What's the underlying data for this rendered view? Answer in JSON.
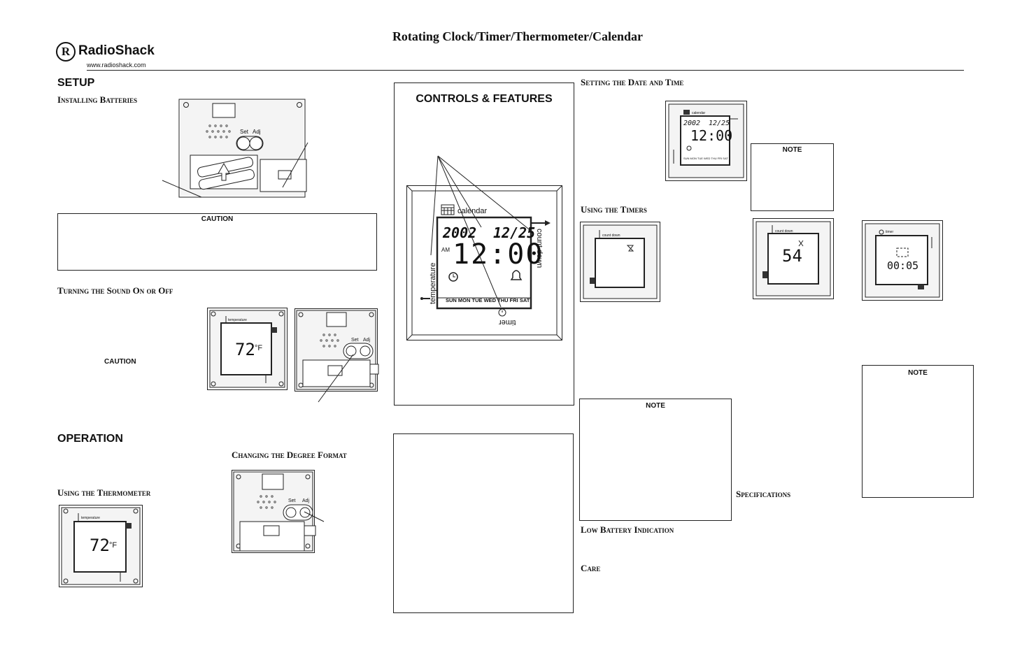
{
  "header": {
    "title": "Rotating Clock/Timer/Thermometer/Calendar",
    "brand": "RadioShack",
    "brand_mark": "R",
    "website": "www.radioshack.com"
  },
  "sections": {
    "setup": "SETUP",
    "installing_batteries": "Installing Batteries",
    "caution_1": "CAUTION",
    "turning_sound": "Turning the Sound On or Off",
    "caution_2": "CAUTION",
    "operation": "OPERATION",
    "changing_degree": "Changing the Degree Format",
    "using_thermometer": "Using the Thermometer",
    "controls_features": "CONTROLS & FEATURES",
    "setting_date_time": "Setting the Date and Time",
    "note_1": "NOTE",
    "using_timers": "Using the Timers",
    "note_2": "NOTE",
    "low_battery": "Low Battery Indication",
    "care": "Care",
    "specifications": "Specifications",
    "note_3": "NOTE"
  },
  "device": {
    "set_label": "Set",
    "adj_label": "Adj",
    "temp_value": "72",
    "temp_unit": "°F",
    "year": "2002",
    "date": "12/25",
    "time": "12:00",
    "am": "AM",
    "days": "SUN MON TUE WED THU FRI SAT",
    "label_calendar": "calendar",
    "label_count_down": "count down",
    "label_timer": "timer",
    "label_temperature": "temperature",
    "timer_count": "54",
    "timer_elapsed": "00:05"
  }
}
